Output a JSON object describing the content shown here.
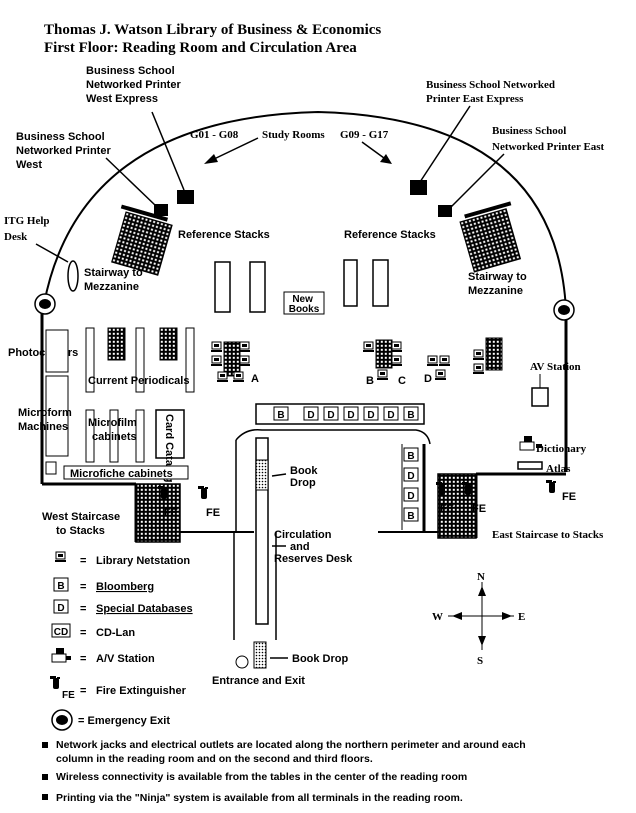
{
  "header": {
    "title": "Thomas J. Watson Library of Business & Economics",
    "subtitle": "First Floor: Reading Room and Circulation Area"
  },
  "labels": {
    "printer_west_express": [
      "Business School",
      "Networked Printer",
      "West Express"
    ],
    "printer_west": [
      "Business School",
      "Networked Printer",
      "West"
    ],
    "printer_east_express": [
      "Business School Networked",
      "Printer East Express"
    ],
    "printer_east": [
      "Business School",
      "Networked Printer East"
    ],
    "study_rooms": "Study Rooms",
    "study_left": "G01 - G08",
    "study_right": "G09 - G17",
    "itg_help": [
      "ITG Help",
      "Desk"
    ],
    "reference_left": "Reference Stacks",
    "reference_right": "Reference Stacks",
    "stair_mezz_left": [
      "Stairway to",
      "Mezzanine"
    ],
    "stair_mezz_right": [
      "Stairway to",
      "Mezzanine"
    ],
    "new_books": [
      "New",
      "Books"
    ],
    "photocopiers": "Photocopiers",
    "current_periodicals": "Current Periodicals",
    "microform_machines": [
      "Microform",
      "Machines"
    ],
    "microfilm_cabinets": [
      "Microfilm",
      "cabinets"
    ],
    "card_catalog": "Card Catalog",
    "microfiche_cabinets": "Microfiche  cabinets",
    "av_station": "AV Station",
    "dictionary": "Dictionary",
    "atlas": "Atlas",
    "book_drop_top": [
      "Book",
      "Drop"
    ],
    "circulation": [
      "Circulation",
      "and",
      "Reserves Desk"
    ],
    "book_drop_bottom": "Book Drop",
    "entrance": "Entrance and Exit",
    "west_staircase": [
      "West Staircase",
      "to Stacks"
    ],
    "east_staircase": "East Staircase to Stacks",
    "fe": "FE",
    "station_a": "A",
    "station_b": "B",
    "station_c": "C",
    "station_d": "D",
    "box_b": "B",
    "box_d": "D"
  },
  "compass": {
    "n": "N",
    "s": "S",
    "e": "E",
    "w": "W"
  },
  "legend": {
    "equals": "=",
    "items": [
      {
        "icon": "netstation",
        "label": "Library Netstation"
      },
      {
        "icon": "bloomberg",
        "code": "B",
        "label": "Bloomberg"
      },
      {
        "icon": "databases",
        "code": "D",
        "label": "Special Databases"
      },
      {
        "icon": "cdlan",
        "code": "CD",
        "label": "CD-Lan"
      },
      {
        "icon": "av",
        "label": "A/V Station"
      },
      {
        "icon": "fire",
        "code": "FE",
        "label": "Fire Extinguisher"
      }
    ],
    "emergency": "= Emergency Exit"
  },
  "notes": [
    "Network jacks and electrical outlets are located along the northern perimeter and around each",
    "column in the reading room and on the second and third floors.",
    "Wireless connectivity is available from the tables in the center of the reading room",
    "Printing via the \"Ninja\" system is available from all terminals in the reading room."
  ]
}
